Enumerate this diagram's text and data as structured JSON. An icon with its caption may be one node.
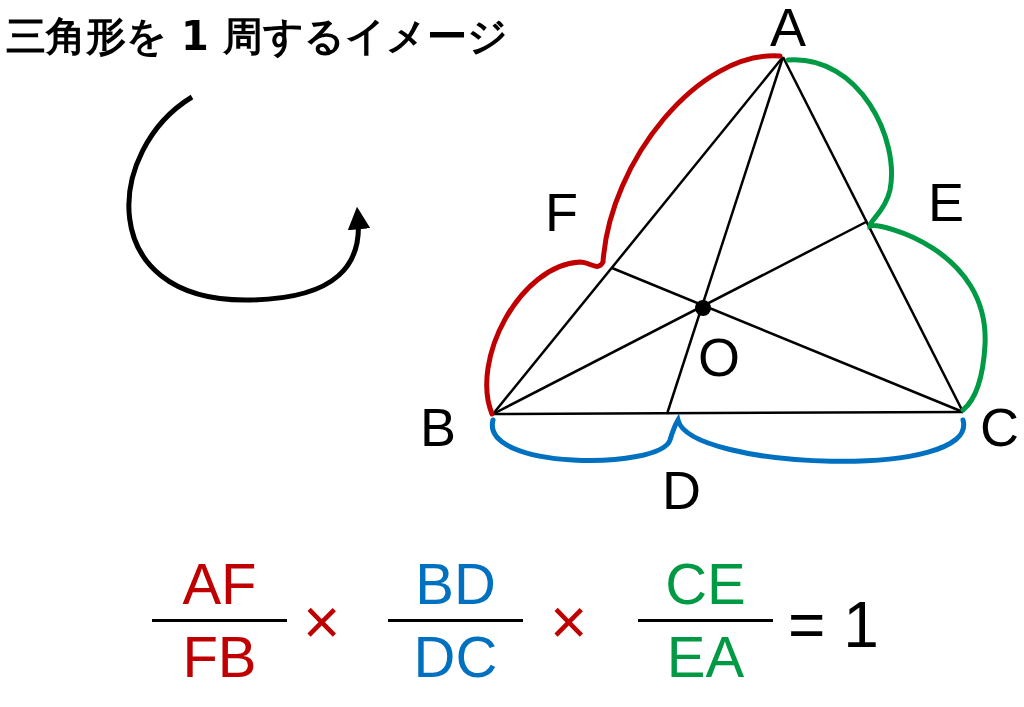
{
  "diagram": {
    "title": "三角形を 1 周するイメージ",
    "labels": [
      "A",
      "F",
      "E",
      "O",
      "B",
      "C",
      "D",
      "AF",
      "FB",
      "×",
      "BD",
      "DC",
      "×",
      "CE",
      "EA",
      "= 1"
    ]
  }
}
